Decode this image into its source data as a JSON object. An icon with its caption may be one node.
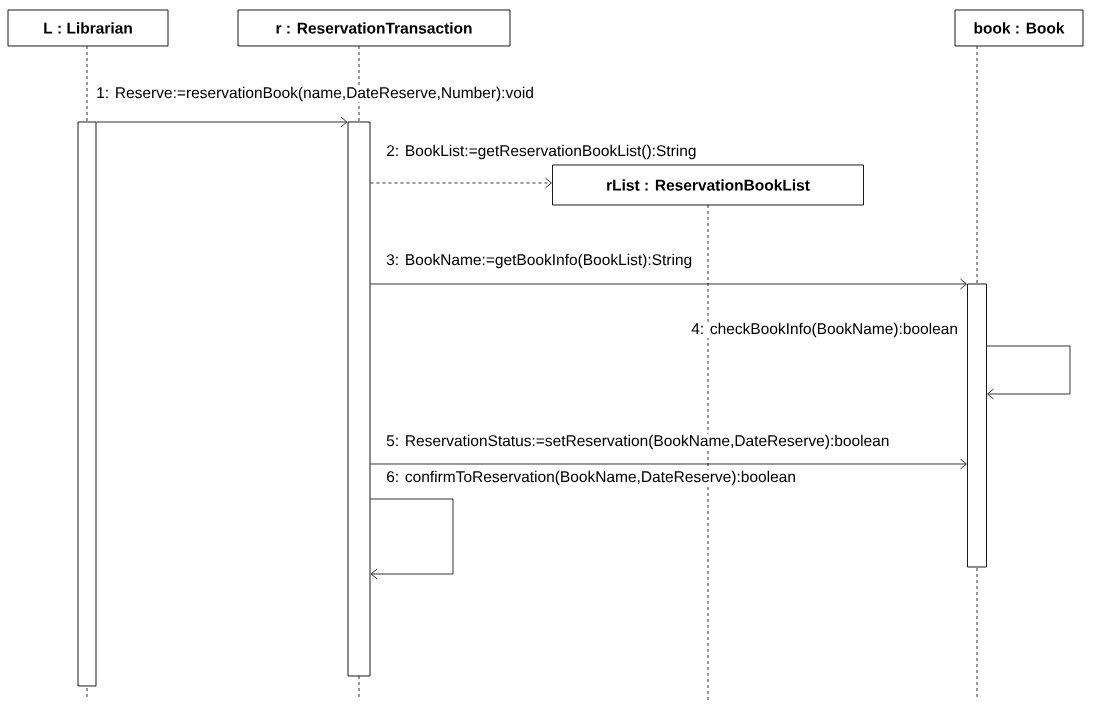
{
  "diagram": {
    "nodes": [
      {
        "text": [
          "L : Librarian"
        ]
      },
      {
        "text": [
          "r : ReservationTransaction"
        ]
      },
      {
        "text": [
          "rList : ReservationBookList"
        ]
      },
      {
        "text": [
          "book : Book"
        ]
      },
      {
        "text": [],
        "shape": "bar"
      },
      {
        "text": [],
        "shape": "bar"
      },
      {
        "text": [],
        "shape": "bar"
      }
    ],
    "edges": [
      {
        "from": 4,
        "to": 5,
        "arrow": "to",
        "label": "1: Reserve:=reservationBook(name,DateReserve,Number):void"
      },
      {
        "from": 5,
        "to": 2,
        "arrow": "to",
        "style": "dashed",
        "label": "2: BookList:=getReservationBookList():String"
      },
      {
        "from": 5,
        "to": 6,
        "arrow": "to",
        "label": "3: BookName:=getBookInfo(BookList):String"
      },
      {
        "from": 6,
        "to": 6,
        "arrow": "to",
        "label": "4: checkBookInfo(BookName):boolean"
      },
      {
        "from": 5,
        "to": 6,
        "arrow": "to",
        "label": "5: ReservationStatus:=setReservation(BookName,DateReserve):boolean"
      },
      {
        "from": 5,
        "to": 5,
        "arrow": "to",
        "label": "6: confirmToReservation(BookName,DateReserve):boolean"
      }
    ]
  }
}
